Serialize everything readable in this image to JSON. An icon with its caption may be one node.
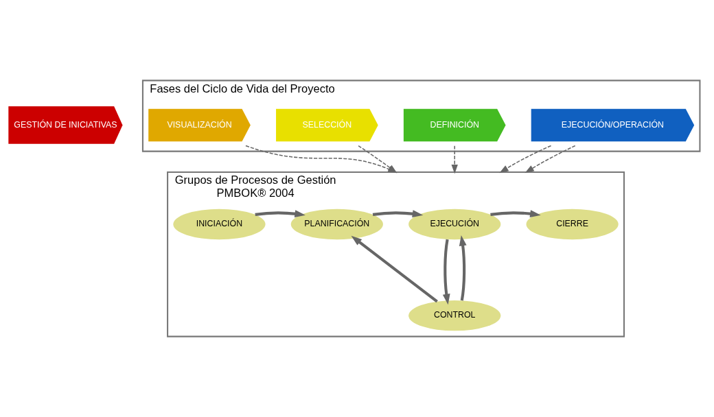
{
  "diagram": {
    "nodes": [
      {
        "text": [
          "GESTIÓN DE INICIATIVAS"
        ]
      },
      {
        "text": [
          "Fases del Ciclo de Vida del Proyecto"
        ]
      },
      {
        "text": [
          "VISUALIZACIÓN"
        ],
        "in": 1
      },
      {
        "text": [
          "SELECCIÓN"
        ],
        "in": 1
      },
      {
        "text": [
          "DEFINICIÓN"
        ],
        "in": 1
      },
      {
        "text": [
          "EJECUCIÓN/OPERACIÓN"
        ],
        "in": 1
      },
      {
        "text": [
          "Grupos de Procesos de Gestión",
          "PMBOK® 2004"
        ]
      },
      {
        "text": [
          "INICIACIÓN"
        ],
        "in": 6
      },
      {
        "text": [
          "PLANIFICACIÓN"
        ],
        "in": 6
      },
      {
        "text": [
          "EJECUCIÓN"
        ],
        "in": 6
      },
      {
        "text": [
          "CIERRE"
        ],
        "in": 6
      },
      {
        "text": [
          "CONTROL"
        ],
        "in": 6
      }
    ],
    "edges": [
      {
        "from": 2,
        "to": 6,
        "arrow": "to",
        "style": "dashed"
      },
      {
        "from": 3,
        "to": 6,
        "arrow": "to",
        "style": "dashed"
      },
      {
        "from": 4,
        "to": 6,
        "arrow": "to",
        "style": "dashed"
      },
      {
        "from": 5,
        "to": 6,
        "arrow": "to",
        "style": "dashed"
      },
      {
        "from": 5,
        "to": 6,
        "arrow": "to",
        "style": "dashed"
      },
      {
        "from": 7,
        "to": 8,
        "arrow": "to"
      },
      {
        "from": 8,
        "to": 9,
        "arrow": "to"
      },
      {
        "from": 9,
        "to": 10,
        "arrow": "to"
      },
      {
        "from": 9,
        "to": 11,
        "arrow": "to"
      },
      {
        "from": 11,
        "to": 9,
        "arrow": "to"
      },
      {
        "from": 11,
        "to": 8,
        "arrow": "to"
      }
    ]
  }
}
